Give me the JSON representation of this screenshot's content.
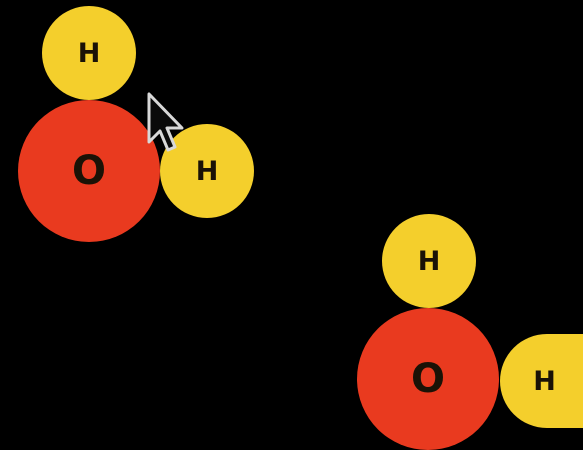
{
  "colors": {
    "background": "#000000",
    "hydrogen": "#f4cf2c",
    "oxygen": "#e93a1f",
    "label": "#1a1206"
  },
  "molecules": [
    {
      "oxygen": {
        "symbol": "O"
      },
      "hydrogen_top": {
        "symbol": "H"
      },
      "hydrogen_side": {
        "symbol": "H"
      }
    },
    {
      "oxygen": {
        "symbol": "O"
      },
      "hydrogen_top": {
        "symbol": "H"
      },
      "hydrogen_side": {
        "symbol": "H"
      }
    }
  ],
  "cursor": {
    "icon": "mouse-pointer-icon"
  }
}
